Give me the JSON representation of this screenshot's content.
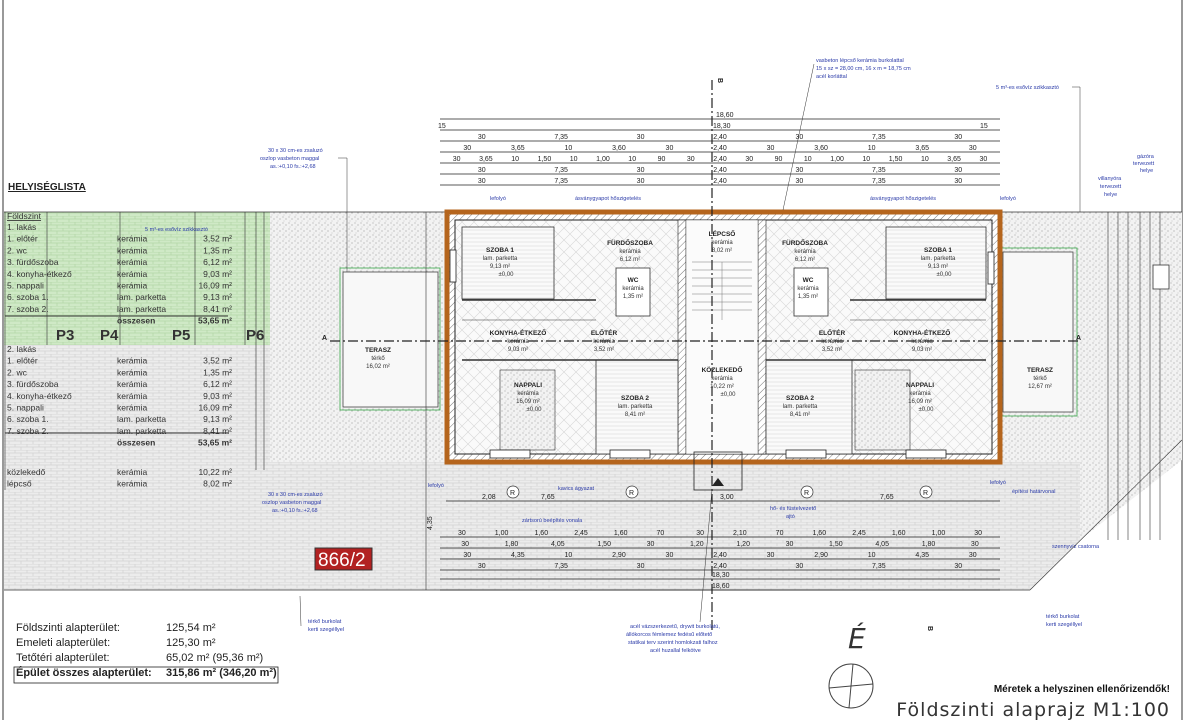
{
  "room_list": {
    "title": "HELYISÉGLISTA",
    "floor_label": "Földszint",
    "apartments": [
      {
        "label": "1. lakás",
        "rooms": [
          {
            "name": "1. előtér",
            "material": "kerámia",
            "area": "3,52 m²"
          },
          {
            "name": "2. wc",
            "material": "kerámia",
            "area": "1,35 m²"
          },
          {
            "name": "3. fürdőszoba",
            "material": "kerámia",
            "area": "6,12 m²"
          },
          {
            "name": "4. konyha-étkező",
            "material": "kerámia",
            "area": "9,03 m²"
          },
          {
            "name": "5. nappali",
            "material": "kerámia",
            "area": "16,09 m²"
          },
          {
            "name": "6. szoba 1.",
            "material": "lam. parketta",
            "area": "9,13 m²"
          },
          {
            "name": "7. szoba 2.",
            "material": "lam. parketta",
            "area": "8,41 m²"
          }
        ],
        "total_label": "összesen",
        "total": "53,65 m²"
      },
      {
        "label": "2. lakás",
        "rooms": [
          {
            "name": "1. előtér",
            "material": "kerámia",
            "area": "3,52 m²"
          },
          {
            "name": "2. wc",
            "material": "kerámia",
            "area": "1,35 m²"
          },
          {
            "name": "3. fürdőszoba",
            "material": "kerámia",
            "area": "6,12 m²"
          },
          {
            "name": "4. konyha-étkező",
            "material": "kerámia",
            "area": "9,03 m²"
          },
          {
            "name": "5. nappali",
            "material": "kerámia",
            "area": "16,09 m²"
          },
          {
            "name": "6. szoba 1.",
            "material": "lam. parketta",
            "area": "9,13 m²"
          },
          {
            "name": "7. szoba 2.",
            "material": "lam. parketta",
            "area": "8,41 m²"
          }
        ],
        "total_label": "összesen",
        "total": "53,65 m²"
      }
    ],
    "common": [
      {
        "name": "közlekedő",
        "material": "kerámia",
        "area": "10,22 m²"
      },
      {
        "name": "lépcső",
        "material": "kerámia",
        "area": "8,02 m²"
      }
    ],
    "parking_labels": [
      "P3",
      "P4",
      "P5",
      "P6"
    ]
  },
  "area_summary": [
    {
      "label": "Földszinti alapterület:",
      "value": "125,54 m²"
    },
    {
      "label": "Emeleti alapterület:",
      "value": "125,30 m²"
    },
    {
      "label": "Tetőtéri alapterület:",
      "value": "65,02 m² (95,36 m²)"
    },
    {
      "label": "Épület összes alapterület:",
      "value": "315,86 m² (346,20 m²)"
    }
  ],
  "plot_number": "866/2",
  "north_label": "É",
  "note": "Méretek a helyszinen ellenőrizendők!",
  "drawing_title": "Földszinti alaprajz M1:100",
  "section_label": "B",
  "section_label_a": "A",
  "rooms": {
    "left": [
      {
        "name": "SZOBA 1",
        "material": "lam. parketta",
        "area": "9,13 m²",
        "level": "±0,00"
      },
      {
        "name": "FÜRDŐSZOBA",
        "material": "kerámia",
        "area": "6,12 m²"
      },
      {
        "name": "WC",
        "material": "kerámia",
        "area": "1,35 m²"
      },
      {
        "name": "KONYHA-ÉTKEZŐ",
        "material": "kerámia",
        "area": "9,03 m²"
      },
      {
        "name": "ELŐTÉR",
        "material": "kerámia",
        "area": "3,52 m²"
      },
      {
        "name": "NAPPALI",
        "material": "kerámia",
        "area": "16,09 m²",
        "level": "±0,00"
      },
      {
        "name": "SZOBA 2",
        "material": "lam. parketta",
        "area": "8,41 m²"
      }
    ],
    "right": [
      {
        "name": "SZOBA 1",
        "material": "lam. parketta",
        "area": "9,13 m²",
        "level": "±0,00"
      },
      {
        "name": "FÜRDŐSZOBA",
        "material": "kerámia",
        "area": "6,12 m²"
      },
      {
        "name": "WC",
        "material": "kerámia",
        "area": "1,35 m²"
      },
      {
        "name": "KONYHA-ÉTKEZŐ",
        "material": "kerámia",
        "area": "9,03 m²"
      },
      {
        "name": "ELŐTÉR",
        "material": "kerámia",
        "area": "3,52 m²"
      },
      {
        "name": "NAPPALI",
        "material": "kerámia",
        "area": "16,09 m²",
        "level": "±0,00"
      },
      {
        "name": "SZOBA 2",
        "material": "lam. parketta",
        "area": "8,41 m²"
      }
    ],
    "stair": {
      "name": "LÉPCSŐ",
      "material": "kerámia",
      "area": "8,02 m²"
    },
    "corridor": {
      "name": "KÖZLEKEDŐ",
      "material": "kerámia",
      "area": "10,22 m²",
      "level": "±0,00"
    },
    "terrace_left": {
      "name": "TERASZ",
      "material": "térkő",
      "area": "16,02 m²"
    },
    "terrace_right": {
      "name": "TERASZ",
      "material": "térkő",
      "area": "12,67 m²"
    }
  },
  "annotations": {
    "stair_note": [
      "vasbeton lépcső kerámia burkolattal",
      "15 x sz = 28,00 cm, 16 x m = 18,75 cm",
      "acél korláttal"
    ],
    "rainwater": "5 m³-es esővíz szikkasztó",
    "rainwater_table": "5 m³-es esővíz szikkasztó",
    "gas_meter": [
      "gázóra",
      "tervezett",
      "helye"
    ],
    "electric_meter": [
      "villanyóra",
      "tervezett",
      "helye"
    ],
    "column_top": [
      "30 x 30 cm-es zsaluzó",
      "oszlop vasbeton maggal",
      "as.:+0,10 fs.:+2,68"
    ],
    "column_bottom": [
      "30 x 30 cm-es zsaluzó",
      "oszlop vasbeton maggal",
      "as.:+0,10 fs.:+2,68"
    ],
    "insulation_left": "ásványgyapot hőszigetelés",
    "insulation_right": "ásványgyapot hőszigetelés",
    "downpipe": "lefolyó",
    "gravel": "kavics ágyazat",
    "closed_line": "zártsorú beépítés vonala",
    "building_line": "építési határvonal",
    "heat_barrier": [
      "hő- és füstelvezető",
      "ajtó"
    ],
    "paving_left": [
      "térkő burkolat",
      "kerti szegéllyel"
    ],
    "paving_right": [
      "térkő burkolat",
      "kerti szegéllyel"
    ],
    "sewer": "szennyvíz csatorna",
    "canopy": [
      "acél vázszerkezetű, drywit burkolatú,",
      "állókorcos fémlemez fedésű előtető",
      "statikai terv szerint homlokzati falhoz",
      "acél huzallal felkötve"
    ],
    "revision": "R"
  },
  "dimensions": {
    "overall_red": "18,60",
    "overall": "18,30",
    "edge": "15",
    "top_rows": [
      [
        "30",
        "7,35",
        "30",
        "2,40",
        "30",
        "7,35",
        "30"
      ],
      [
        "30",
        "3,65",
        "10",
        "3,60",
        "30",
        "2,40",
        "30",
        "3,60",
        "10",
        "3,65",
        "30"
      ],
      [
        "30",
        "3,65",
        "10",
        "1,50",
        "10",
        "1,00",
        "10",
        "90",
        "30",
        "2,40",
        "30",
        "90",
        "10",
        "1,00",
        "10",
        "1,50",
        "10",
        "3,65",
        "30"
      ],
      [
        "30",
        "7,35",
        "30",
        "2,40",
        "30",
        "7,35",
        "30"
      ],
      [
        "30",
        "7,35",
        "30",
        "2,40",
        "30",
        "7,35",
        "30"
      ]
    ],
    "bottom_a": [
      "2,08",
      "7,65",
      "3,00",
      "7,65"
    ],
    "bottom_rows": [
      [
        "30",
        "1,00",
        "1,60",
        "2,45",
        "1,60",
        "70",
        "30",
        "2,10",
        "70",
        "1,60",
        "2,45",
        "1,60",
        "1,00",
        "30"
      ],
      [
        "30",
        "1,80",
        "4,05",
        "1,50",
        "30",
        "1,20",
        "1,20",
        "30",
        "1,50",
        "4,05",
        "1,80",
        "30"
      ],
      [
        "30",
        "4,35",
        "10",
        "2,90",
        "30",
        "2,40",
        "30",
        "2,90",
        "10",
        "4,35",
        "30"
      ],
      [
        "30",
        "7,35",
        "30",
        "2,40",
        "30",
        "7,35",
        "30"
      ]
    ],
    "bottom_overall": "18,30",
    "bottom_overall_red": "18,60",
    "side_left": "4,35"
  }
}
